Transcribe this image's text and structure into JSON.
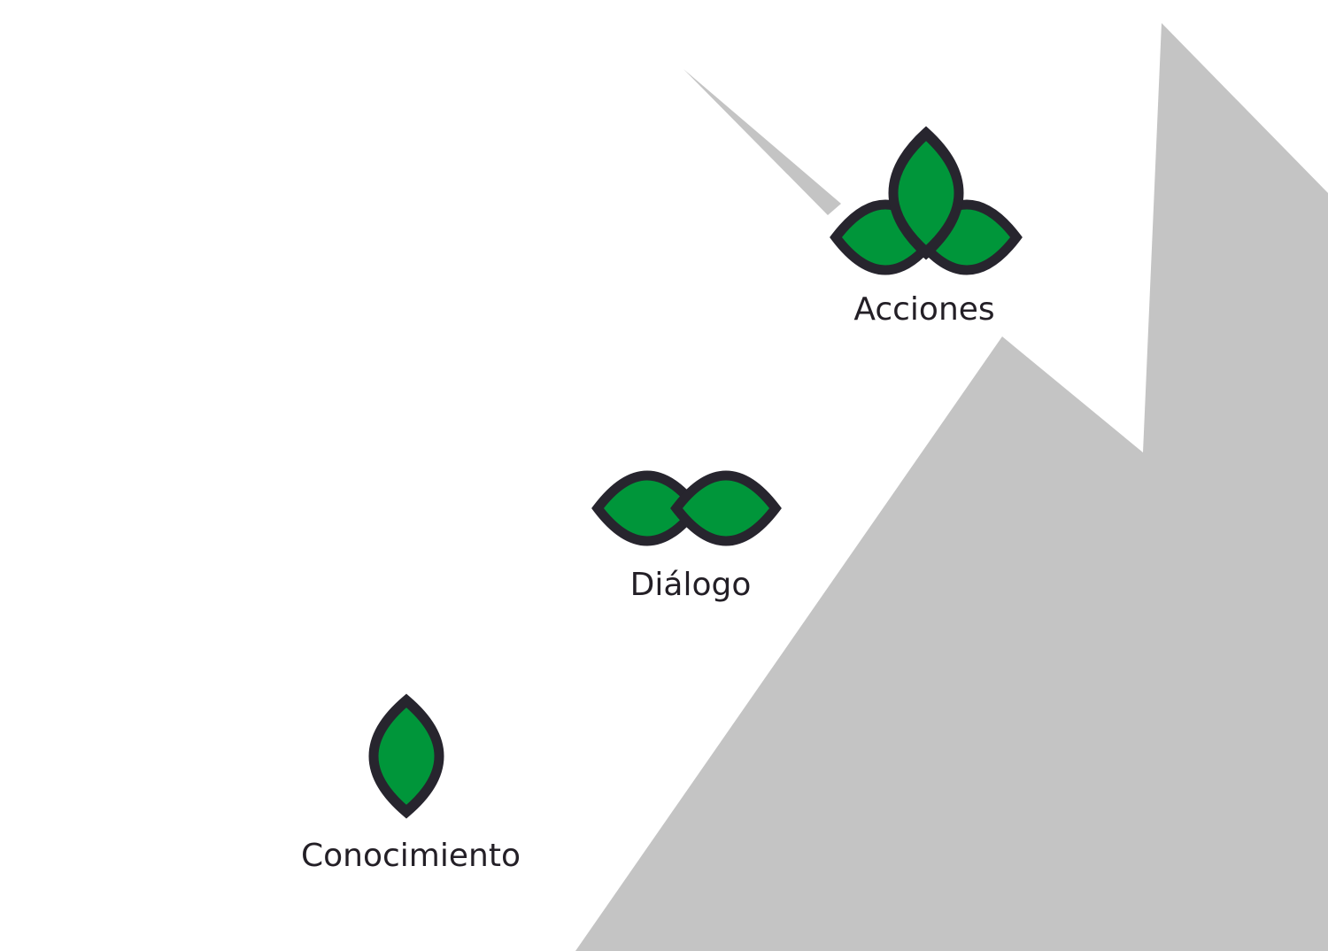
{
  "colors": {
    "background": "#ffffff",
    "mountain": "#c4c4c4",
    "leaf_fill": "#00963a",
    "leaf_outline": "#27252e",
    "text": "#231f26"
  },
  "stages": [
    {
      "label": "Conocimiento",
      "icon": "single-leaf-icon",
      "leaves": 1
    },
    {
      "label": "Diálogo",
      "icon": "two-leaves-icon",
      "leaves": 2
    },
    {
      "label": "Acciones",
      "icon": "three-leaves-icon",
      "leaves": 3
    }
  ]
}
